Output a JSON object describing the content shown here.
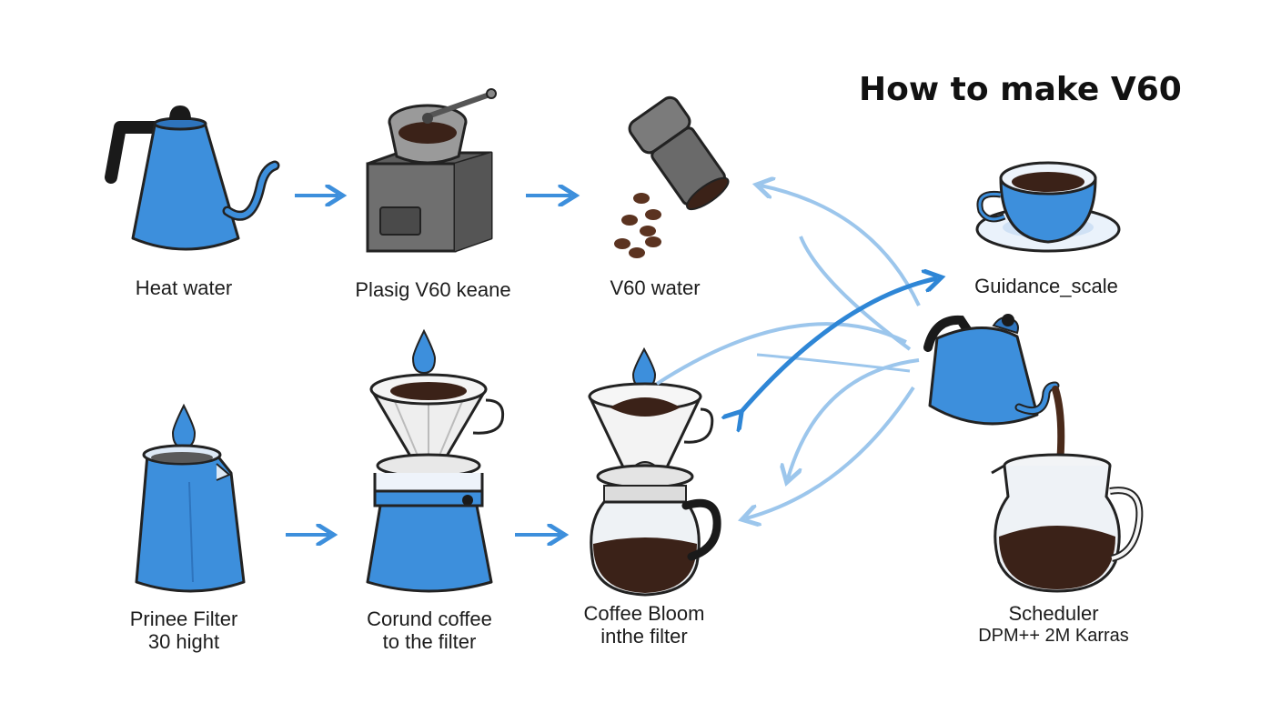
{
  "title": "How to make V60",
  "steps": [
    {
      "id": "heat-water",
      "lines": [
        "Heat water"
      ]
    },
    {
      "id": "grind",
      "lines": [
        "Plasig V60 keane"
      ]
    },
    {
      "id": "v60-water",
      "lines": [
        "V60 water"
      ]
    },
    {
      "id": "guidance",
      "lines": [
        "Guidance_scale"
      ]
    },
    {
      "id": "prinee-filter",
      "lines": [
        "Prinee Filter",
        "30 hight"
      ]
    },
    {
      "id": "ground-coffee",
      "lines": [
        "Corund coffee",
        "to the filter"
      ]
    },
    {
      "id": "bloom",
      "lines": [
        "Coffee Bloom",
        "inthe filter"
      ]
    },
    {
      "id": "scheduler",
      "lines": [
        "Scheduler",
        "DPM++ 2M Karras"
      ]
    }
  ],
  "colors": {
    "blue": "#3d8fdc",
    "blue_dark": "#2e74bd",
    "light_arrow": "#9cc6ec",
    "coffee": "#3b2218",
    "outline": "#222222",
    "metal": "#8a8a8a"
  }
}
